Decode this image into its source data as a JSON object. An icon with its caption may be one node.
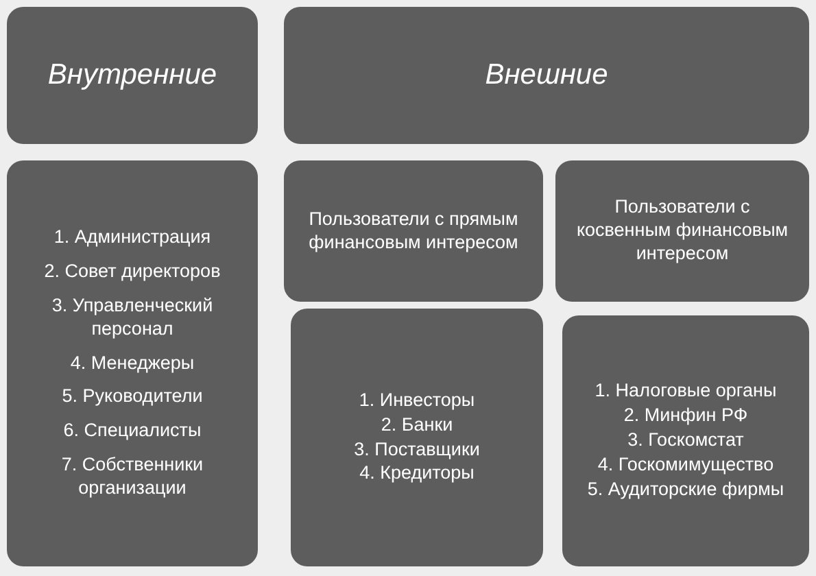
{
  "diagram": {
    "nodes": [
      {
        "text": [
          "Внутренние"
        ]
      },
      {
        "text": [
          "Внешние"
        ]
      },
      {
        "text": [
          "1. Администрация",
          "2. Совет директоров",
          "3. Управленческий персонал",
          "4. Менеджеры",
          "5. Руководители",
          "6. Специалисты",
          "7. Собственники организации"
        ]
      },
      {
        "text": [
          "Пользователи с прямым финансовым интересом"
        ]
      },
      {
        "text": [
          "Пользователи с косвенным финансовым интересом"
        ]
      },
      {
        "text": [
          "1. Инвесторы",
          "2. Банки",
          "3. Поставщики",
          "4. Кредиторы"
        ]
      },
      {
        "text": [
          "1. Налоговые органы",
          "2. Минфин РФ",
          "3. Госкомстат",
          "4. Госкомимущество",
          "5. Аудиторские фирмы"
        ]
      }
    ]
  }
}
